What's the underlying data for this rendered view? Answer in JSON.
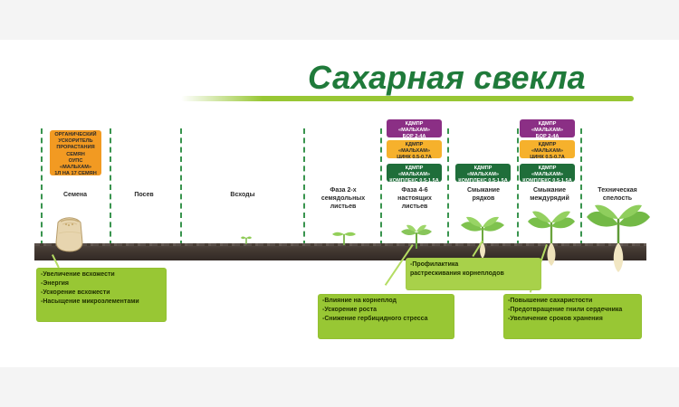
{
  "title": "Сахарная свекла",
  "stages": [
    {
      "name": "seeds",
      "label": "Семена"
    },
    {
      "name": "sowing",
      "label": "Посев"
    },
    {
      "name": "shoots",
      "label": "Всходы"
    },
    {
      "name": "phase-2-cotyledons",
      "label": "Фаза 2-х\nсемядольных\nлистьев"
    },
    {
      "name": "phase-4-6-leaves",
      "label": "Фаза 4-6\nнастоящих\nлистьев"
    },
    {
      "name": "rows-closing",
      "label": "Смыкание\nрядков"
    },
    {
      "name": "inter-row-closing",
      "label": "Смыкание\nмеждурядий"
    },
    {
      "name": "technical-ripeness",
      "label": "Техническая\nспелость"
    }
  ],
  "badges": {
    "seeds": {
      "orange": "ОРГАНИЧЕСКИЙ\nУСКОРИТЕЛЬ\nПРОРАСТАНИЯ\nСЕМЯН\nОУПС «МАЛЬХАМ»\n1Л НА 17 СЕМЯН"
    },
    "phase4": {
      "purple": "КДМПР «МАЛЬХАМ»\nБОР 2-4А",
      "yellow": "КДМПР «МАЛЬХАМ»\nЦИНК 0,5-0,7А",
      "green": "КДМПР «МАЛЬХАМ»\nКОМПЛЕКС 0,5-1,5А"
    },
    "rows": {
      "green": "КДМПР «МАЛЬХАМ»\nКОМПЛЕКС 0,5-1,5А"
    },
    "interrow": {
      "purple": "КДМПР «МАЛЬХАМ»\nБОР 2-4А",
      "yellow": "КДМПР «МАЛЬХАМ»\nЦИНК 0,5-0,7А",
      "green": "КДМПР «МАЛЬХАМ»\nКОМПЛЕКС 0,5-1,5А"
    }
  },
  "callouts": {
    "seeds": [
      "-Увеличение всхожести",
      "-Энергия",
      "-Ускорение всхожести",
      "-Насыщение  микроэлементами"
    ],
    "middle": [
      "-Влияние на корнеплод",
      "-Ускорение роста",
      "-Снижение гербицидного стресса"
    ],
    "prophylaxis": [
      "-Профилактика",
      "растрескивания корнеплодов"
    ],
    "end": [
      "-Повышение сахаристости",
      "-Предотвращение гнили сердечника",
      "-Увеличение сроков хранения"
    ]
  },
  "colors": {
    "title_green": "#1f7a3a",
    "accent_lime": "#98c734",
    "badge_orange": "#f29a22",
    "badge_purple": "#8b2f85",
    "badge_yellow": "#f6b12c",
    "badge_green": "#1f6e3a",
    "soil": "#40362f",
    "guide_green": "#2f8f45"
  }
}
